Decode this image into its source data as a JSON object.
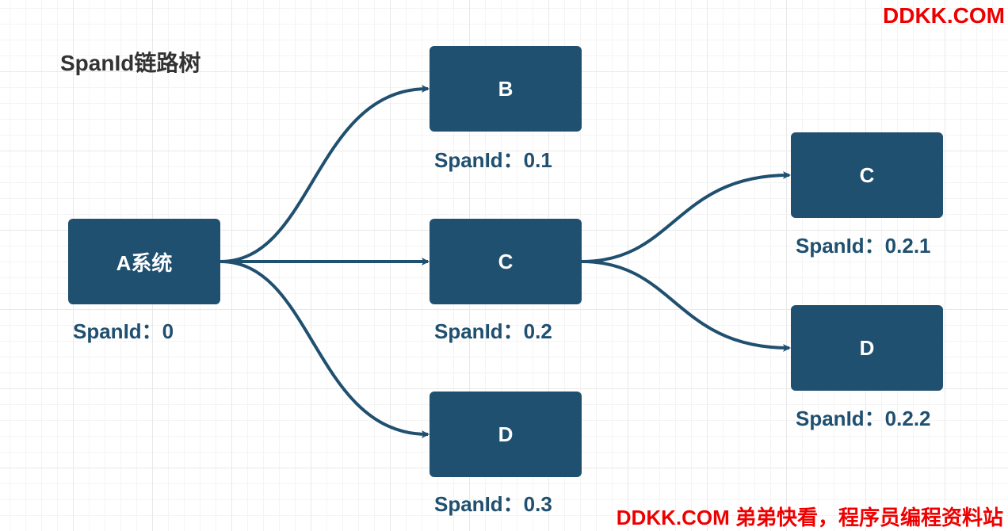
{
  "title": "SpanId链路树",
  "colors": {
    "node_fill": "#20506f",
    "node_text": "#ffffff",
    "label_text": "#20506f",
    "edge": "#20506f",
    "watermark": "#ee0000"
  },
  "nodes": [
    {
      "id": "A",
      "label": "A系统",
      "span_label": "SpanId：0"
    },
    {
      "id": "B",
      "label": "B",
      "span_label": "SpanId：0.1"
    },
    {
      "id": "C1",
      "label": "C",
      "span_label": "SpanId：0.2"
    },
    {
      "id": "D1",
      "label": "D",
      "span_label": "SpanId：0.3"
    },
    {
      "id": "C2",
      "label": "C",
      "span_label": "SpanId：0.2.1"
    },
    {
      "id": "D2",
      "label": "D",
      "span_label": "SpanId：0.2.2"
    }
  ],
  "edges": [
    {
      "from": "A",
      "to": "B"
    },
    {
      "from": "A",
      "to": "C1"
    },
    {
      "from": "A",
      "to": "D1"
    },
    {
      "from": "C1",
      "to": "C2"
    },
    {
      "from": "C1",
      "to": "D2"
    }
  ],
  "watermark": {
    "top": "DDKK.COM",
    "bottom": "DDKK.COM 弟弟快看，程序员编程资料站"
  }
}
